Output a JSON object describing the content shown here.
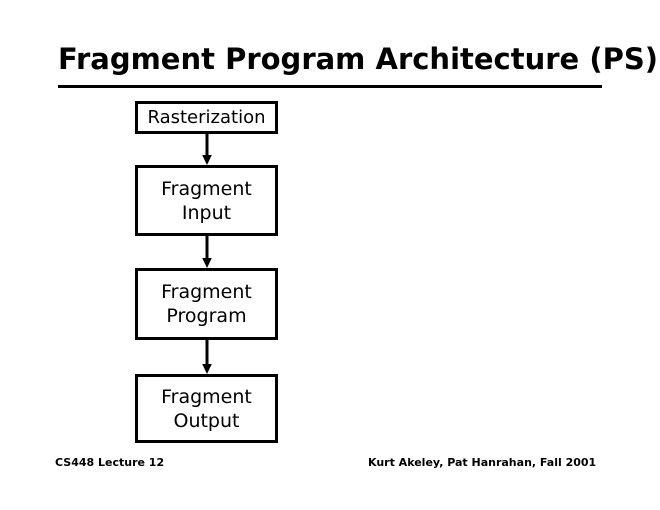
{
  "slide": {
    "title": "Fragment Program Architecture (PS)",
    "background_color": "#ffffff",
    "ink_color": "#000000"
  },
  "diagram": {
    "type": "flowchart",
    "orientation": "vertical",
    "nodes": [
      {
        "id": "rasterization",
        "label": "Rasterization"
      },
      {
        "id": "fragment-input",
        "label": "Fragment\nInput"
      },
      {
        "id": "fragment-program",
        "label": "Fragment\nProgram"
      },
      {
        "id": "fragment-output",
        "label": "Fragment\nOutput"
      }
    ],
    "edges": [
      {
        "from": "rasterization",
        "to": "fragment-input",
        "arrow": "down-arrow-icon"
      },
      {
        "from": "fragment-input",
        "to": "fragment-program",
        "arrow": "down-arrow-icon"
      },
      {
        "from": "fragment-program",
        "to": "fragment-output",
        "arrow": "down-arrow-icon"
      }
    ]
  },
  "footer": {
    "left": "CS448 Lecture 12",
    "right": "Kurt Akeley, Pat Hanrahan, Fall 2001"
  }
}
